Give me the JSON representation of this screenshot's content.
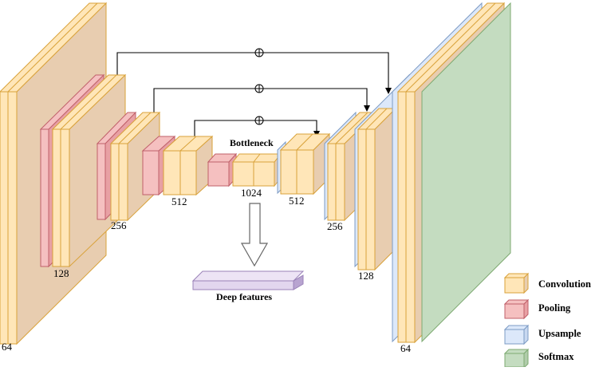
{
  "colors": {
    "conv_front": "#FFE6B8",
    "conv_side": "#E8CDB0",
    "conv_stroke": "#D9A23A",
    "pool_front": "#F5C0C0",
    "pool_side": "#E8A0A4",
    "pool_stroke": "#C0606A",
    "up_front": "#DCE8FA",
    "up_stroke": "#7D9BC4",
    "soft_front": "#C4DCC0",
    "soft_stroke": "#7EAA72",
    "feat_front": "#E2D6EE",
    "feat_stroke": "#9A82B8",
    "arrow": "#000000"
  },
  "labels": {
    "bottleneck": "Bottleneck",
    "deep_features": "Deep features",
    "ch64_left": "64",
    "ch128_left": "128",
    "ch256_left": "256",
    "ch512_left": "512",
    "ch1024": "1024",
    "ch512_right": "512",
    "ch256_right": "256",
    "ch128_right": "128",
    "ch64_right": "64"
  },
  "skip_connection_symbol": "⊕",
  "legend": [
    {
      "label": "Convolution",
      "color_key": "conv"
    },
    {
      "label": "Pooling",
      "color_key": "pool"
    },
    {
      "label": "Upsample",
      "color_key": "up"
    },
    {
      "label": "Softmax",
      "color_key": "soft"
    }
  ]
}
